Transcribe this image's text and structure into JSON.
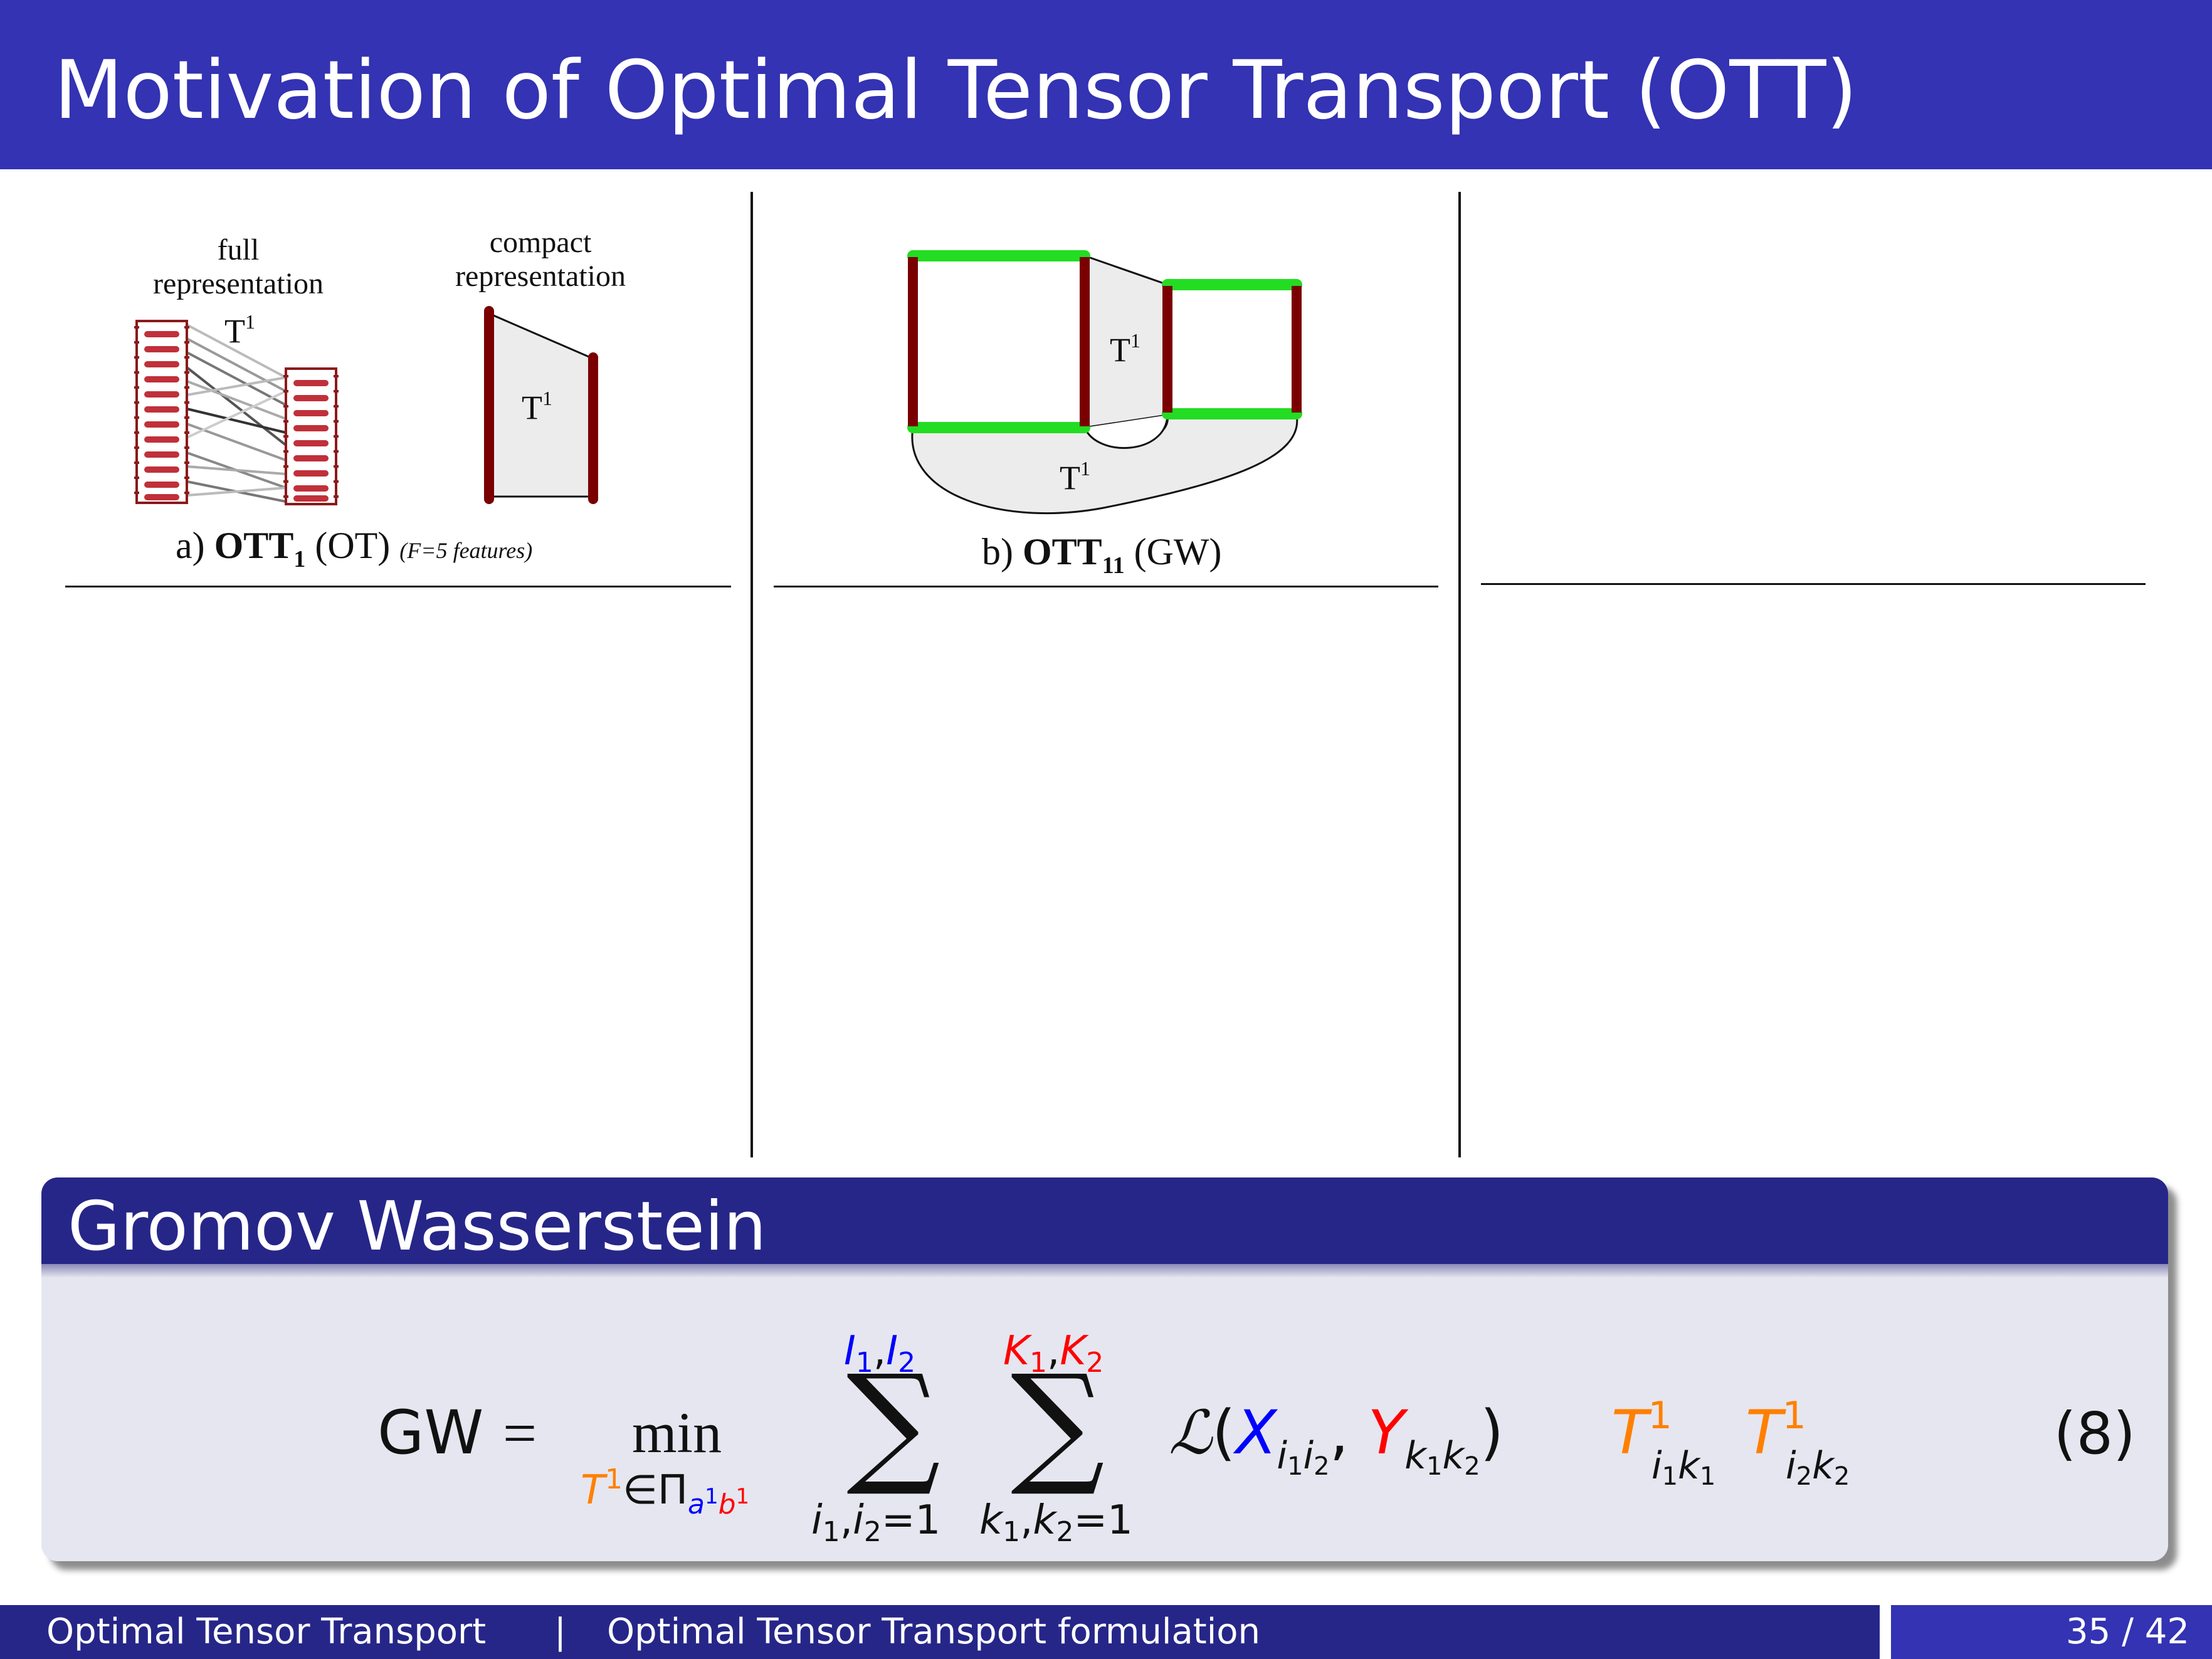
{
  "slide": {
    "title": "Motivation of Optimal Tensor Transport (OTT)"
  },
  "figure_a": {
    "full_label_1": "full",
    "full_label_2": "representation",
    "compact_label_1": "compact",
    "compact_label_2": "representation",
    "tensor_label": "T",
    "tensor_sup": "1",
    "caption_prefix": "a) ",
    "caption_bold": "OTT",
    "caption_sub": "1",
    "caption_paren": " (OT) ",
    "caption_small": "(F=5 features)"
  },
  "figure_b": {
    "tensor_label": "T",
    "tensor_sup": "1",
    "caption_prefix": "b) ",
    "caption_bold": "OTT",
    "caption_sub": "11",
    "caption_paren": " (GW)"
  },
  "block": {
    "title": "Gromov Wasserstein",
    "eq_lhs": "GW",
    "eq_equals": "=",
    "eq_min": "min",
    "eq_T": "T",
    "eq_one": "1",
    "eq_in": "∈Π",
    "eq_a": "a",
    "eq_b": "b",
    "eq_sum": "∑",
    "eq_I1": "I",
    "eq_I2": "I",
    "eq_sub1": "1",
    "eq_sub2": "2",
    "eq_comma": ",",
    "eq_K1": "K",
    "eq_K2": "K",
    "eq_i": "i",
    "eq_k": "k",
    "eq_eq1": "=1",
    "eq_L": "ℒ",
    "eq_lparen": "(",
    "eq_rparen": ")",
    "eq_X": "X",
    "eq_Y": "Y",
    "eq_number": "(8)"
  },
  "footer": {
    "left": "Optimal Tensor Transport",
    "separator": "|",
    "section": "Optimal Tensor Transport formulation",
    "page": "35 / 42"
  },
  "colors": {
    "title_bar": "#3333b3",
    "block_header": "#262689",
    "blue": "#0000ff",
    "red": "#ff0000",
    "orange": "#ff8000",
    "green": "#22dd22",
    "maroon": "#7a0000"
  }
}
